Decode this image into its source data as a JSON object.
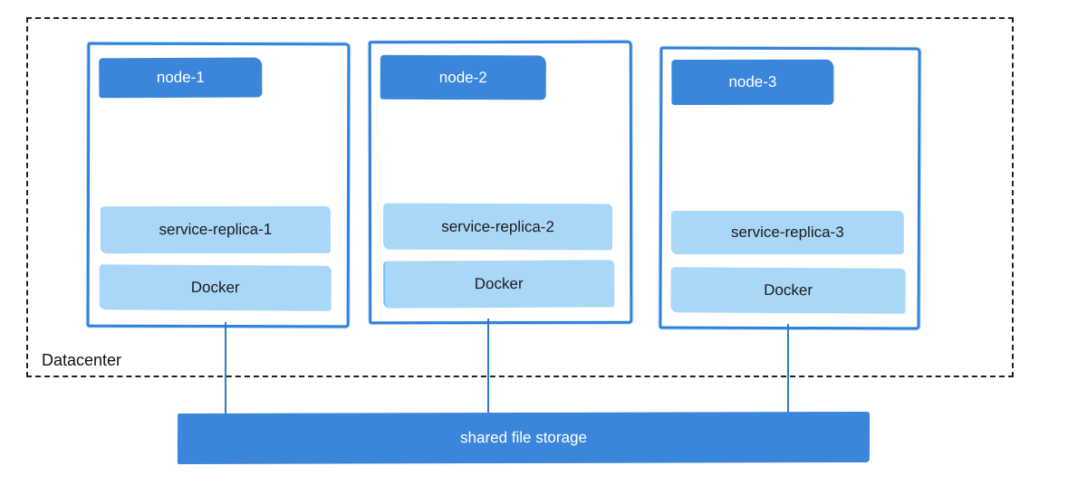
{
  "datacenter": {
    "label": "Datacenter"
  },
  "nodes": [
    {
      "title": "node-1",
      "service": "service-replica-1",
      "docker": "Docker"
    },
    {
      "title": "node-2",
      "service": "service-replica-2",
      "docker": "Docker"
    },
    {
      "title": "node-3",
      "service": "service-replica-3",
      "docker": "Docker"
    }
  ],
  "storage": {
    "label": "shared file storage"
  },
  "colors": {
    "primary_blue": "#3B86DB",
    "light_blue": "#A8D7F8",
    "node_border_blue": "#2F82DC",
    "connector_blue": "#2E7CC4",
    "dashed_border": "#222222",
    "text_dark": "#1C1C1C",
    "text_light": "#FFFFFF"
  }
}
